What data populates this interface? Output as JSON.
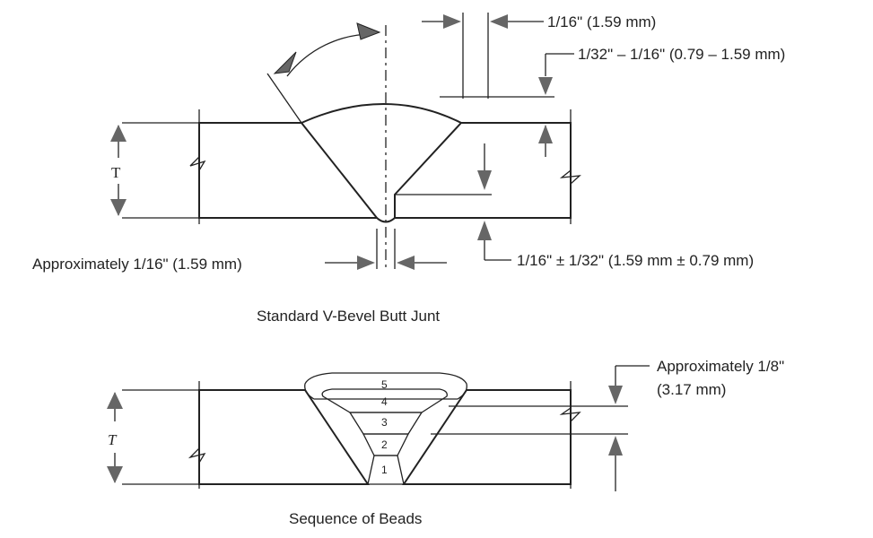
{
  "top_diagram": {
    "dim_root_gap_top": "1/16\" (1.59 mm)",
    "dim_reinforcement": "1/32\" – 1/16\" (0.79 – 1.59 mm)",
    "dim_root_face": "1/16\" ± 1/32\" (1.59 mm ± 0.79 mm)",
    "dim_root_opening": "Approximately 1/16\" (1.59 mm)",
    "thickness_label": "T",
    "caption": "Standard V-Bevel Butt Junt"
  },
  "bottom_diagram": {
    "dim_cap": "Approximately 1/8\"",
    "dim_cap_mm": "(3.17 mm)",
    "thickness_label": "T",
    "beads": [
      "1",
      "2",
      "3",
      "4",
      "5"
    ],
    "caption": "Sequence of Beads"
  }
}
